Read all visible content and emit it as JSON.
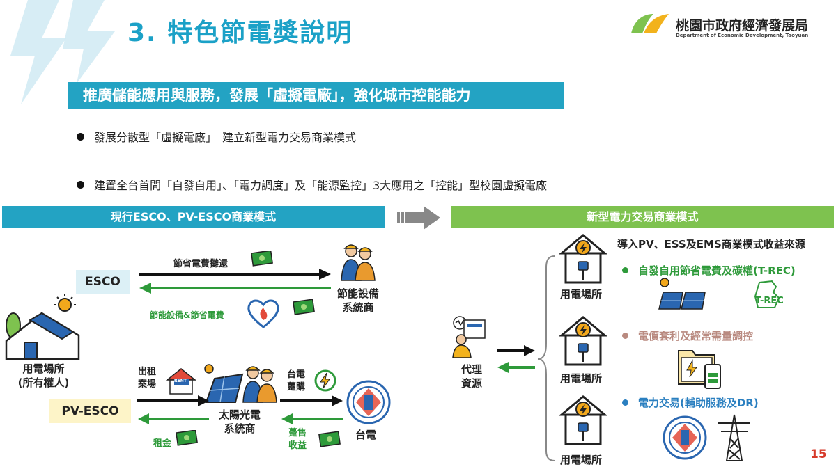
{
  "title": "3. 特色節電獎說明",
  "org": {
    "name_zh": "桃園市政府經濟發展局",
    "name_en": "Department of Economic Development, Taoyuan"
  },
  "banner": "推廣儲能應用與服務，發展「虛擬電廠」，強化城市控能能力",
  "bullets": [
    "發展分散型「虛擬電廠」　建立新型電力交易商業模式",
    "建置全台首間「自發自用」、「電力調度」及「能源監控」3大應用之「控能」型校園虛擬電廠"
  ],
  "left": {
    "header": "現行ESCO、PV-ESCO商業模式",
    "esco": "ESCO",
    "pv_esco": "PV-ESCO",
    "user_site": "用電場所",
    "owner": "(所有權人)",
    "savings_return": "節省電費攤還",
    "equipment_savings": "節能設備&節省電費",
    "equipment_vendor_1": "節能設備",
    "equipment_vendor_2": "系統商",
    "rent_1": "出租",
    "rent_2": "案場",
    "rent_sign": "RENT",
    "pv_vendor_1": "太陽光電",
    "pv_vendor_2": "系統商",
    "taipower_buy_1": "台電",
    "taipower_buy_2": "躉購",
    "rent_fee": "租金",
    "sell_income_1": "躉售",
    "sell_income_2": "收益",
    "taipower": "台電"
  },
  "right": {
    "header": "新型電力交易商業模式",
    "agent_1": "代理",
    "agent_2": "資源",
    "sites": [
      "用電場所",
      "用電場所",
      "用電場所"
    ],
    "intro": "導入PV、ESS及EMS商業模式收益來源",
    "items": [
      {
        "label": "自發自用節省電費及碳權(T-REC)",
        "color": "#2e9a3a"
      },
      {
        "label": "電價套利及經常需量調控",
        "color": "#b98a80"
      },
      {
        "label": "電力交易(輔助服務及DR)",
        "color": "#2a7fc0"
      }
    ],
    "trec": "T-REC"
  },
  "page_number": "15",
  "colors": {
    "teal": "#23a3c3",
    "green_header": "#7ec24f",
    "esco_bg": "#dcf0f6",
    "pvesco_bg": "#fdf4c8"
  }
}
